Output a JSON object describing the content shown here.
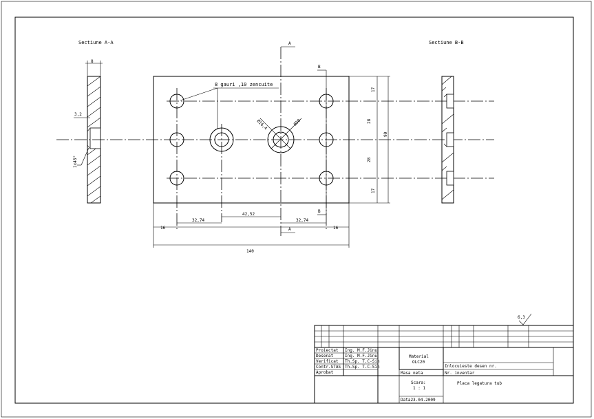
{
  "views": {
    "section_aa_title": "Sectiune A-A",
    "section_bb_title": "Sectiune B-B",
    "aa_thickness": "8",
    "aa_offset": "3,2",
    "aa_chamfer": "1x45°"
  },
  "plan": {
    "holes_note": "8 gauri ,10 zencuite",
    "diam_small": "Ø16,4",
    "diam_large": "Ø30",
    "section_a_top": "A",
    "section_a_bottom": "A",
    "section_b_top": "B",
    "section_b_bottom": "B",
    "dims_right": [
      "17",
      "28",
      "28",
      "17"
    ],
    "dim_height": "90",
    "dims_bottom": [
      "16",
      "32,74",
      "42,52",
      "32,74",
      "16"
    ],
    "dim_total": "140"
  },
  "roughness": "6,3",
  "title_block": {
    "roles": [
      "Proiectat",
      "Desenat",
      "Verificat",
      "Contr.STAS",
      "Aprobat"
    ],
    "names": [
      "Ing. M.F.Jinu",
      "Ing. M.F.Jinu",
      "Th.Sp. T.C-Sin",
      "Th.Sp. T.C-Sin",
      ""
    ],
    "material_label": "Material",
    "material_value": "OLC20",
    "replaces": "Inlocuieste desen nr.",
    "inventory": "Nr. inventar",
    "mass": "Masa neta",
    "scale_label": "Scara:",
    "scale_value": "1 : 1",
    "date": "Data23.04.2009",
    "part_name": "Placa legatura tub"
  }
}
